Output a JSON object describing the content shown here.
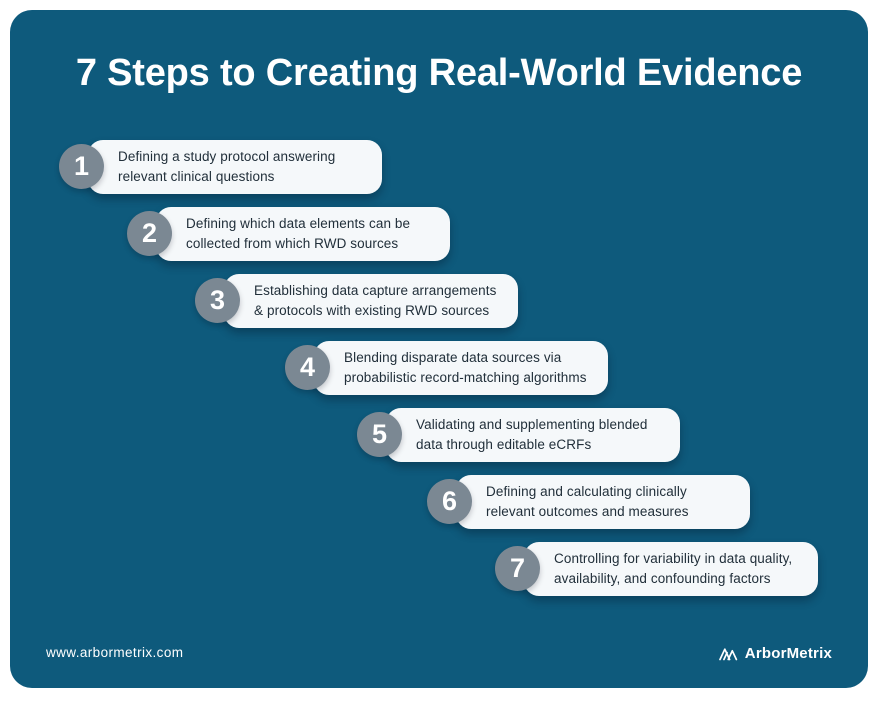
{
  "card": {
    "title": "7 Steps to Creating Real-World Evidence"
  },
  "steps": [
    {
      "number": "1",
      "lines": [
        "Defining a study protocol answering",
        "relevant clinical questions"
      ]
    },
    {
      "number": "2",
      "lines": [
        "Defining which data elements can be",
        "collected from which RWD sources"
      ]
    },
    {
      "number": "3",
      "lines": [
        "Establishing data capture arrangements",
        "& protocols with existing RWD sources"
      ]
    },
    {
      "number": "4",
      "lines": [
        "Blending disparate data sources via",
        "probabilistic record-matching algorithms"
      ]
    },
    {
      "number": "5",
      "lines": [
        "Validating and supplementing blended",
        "data through editable eCRFs"
      ]
    },
    {
      "number": "6",
      "lines": [
        "Defining and calculating clinically",
        "relevant outcomes and measures"
      ]
    },
    {
      "number": "7",
      "lines": [
        "Controlling for variability in data quality,",
        "availability, and confounding factors"
      ]
    }
  ],
  "footer": {
    "website": "www.arbormetrix.com",
    "logo_text": "ArborMetrix",
    "logo_icon": "mountain-peaks-icon"
  },
  "colors": {
    "card_background": "#0e5a7c",
    "step_circle": "#7b8893",
    "step_box": "#f5f8fa",
    "step_text": "#212f3a",
    "title_text": "#ffffff"
  }
}
